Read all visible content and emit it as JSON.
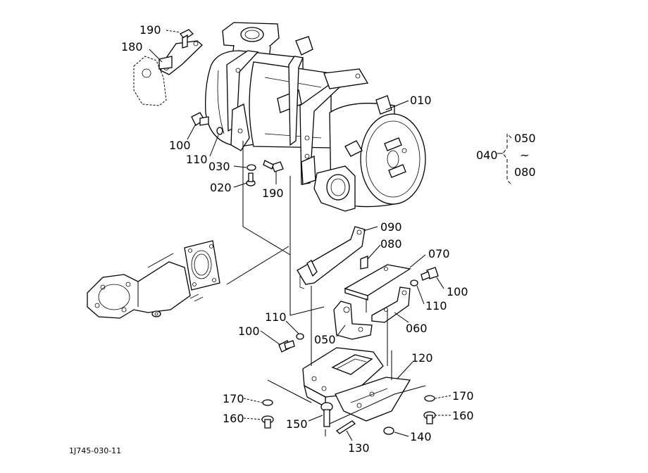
{
  "diagram": {
    "code": "1J745-030-11",
    "group": {
      "label": "040",
      "from": "050",
      "tilde": "~",
      "to": "080"
    },
    "callouts": [
      {
        "id": "c190a",
        "text": "190"
      },
      {
        "id": "c180",
        "text": "180"
      },
      {
        "id": "c010",
        "text": "010"
      },
      {
        "id": "c100a",
        "text": "100"
      },
      {
        "id": "c110a",
        "text": "110"
      },
      {
        "id": "c030",
        "text": "030"
      },
      {
        "id": "c020",
        "text": "020"
      },
      {
        "id": "c190b",
        "text": "190"
      },
      {
        "id": "c090",
        "text": "090"
      },
      {
        "id": "c080",
        "text": "080"
      },
      {
        "id": "c070",
        "text": "070"
      },
      {
        "id": "c100b",
        "text": "100"
      },
      {
        "id": "c110b",
        "text": "110"
      },
      {
        "id": "c060",
        "text": "060"
      },
      {
        "id": "c110c",
        "text": "110"
      },
      {
        "id": "c050",
        "text": "050"
      },
      {
        "id": "c100c",
        "text": "100"
      },
      {
        "id": "c120",
        "text": "120"
      },
      {
        "id": "c170a",
        "text": "170"
      },
      {
        "id": "c170b",
        "text": "170"
      },
      {
        "id": "c160a",
        "text": "160"
      },
      {
        "id": "c160b",
        "text": "160"
      },
      {
        "id": "c150",
        "text": "150"
      },
      {
        "id": "c130",
        "text": "130"
      },
      {
        "id": "c140",
        "text": "140"
      }
    ]
  }
}
